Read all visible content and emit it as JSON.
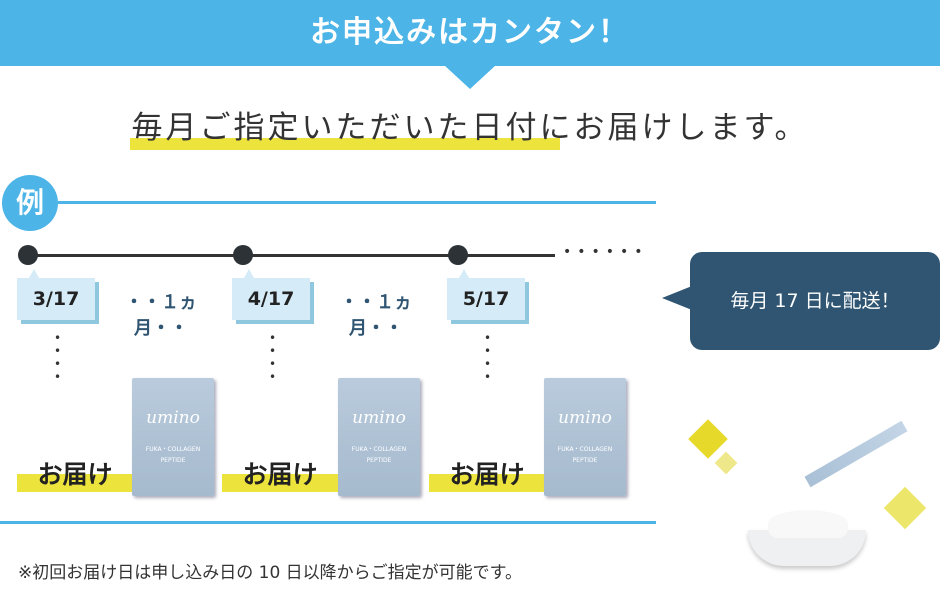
{
  "banner": {
    "title": "お申込みはカンタン！"
  },
  "headline": {
    "pre": "毎月",
    "highlight": "ご指定いただいた日付",
    "post": "にお届けします。"
  },
  "example": {
    "label": "例"
  },
  "timeline": {
    "dates": [
      "3/17",
      "4/17",
      "5/17"
    ],
    "interval": "・・１ヵ月・・",
    "delivery": "お届け",
    "product": {
      "brand": "umino",
      "line1": "FUKA・COLLAGEN",
      "line2": "PEPTIDE"
    }
  },
  "bubble": {
    "text": "毎月 17 日に配送！"
  },
  "footnote": "※初回お届け日は申し込み日の 10 日以降からご指定が可能です。",
  "colors": {
    "blue": "#4cb4e7",
    "navy": "#2f5572",
    "yellow": "#ece43c"
  }
}
